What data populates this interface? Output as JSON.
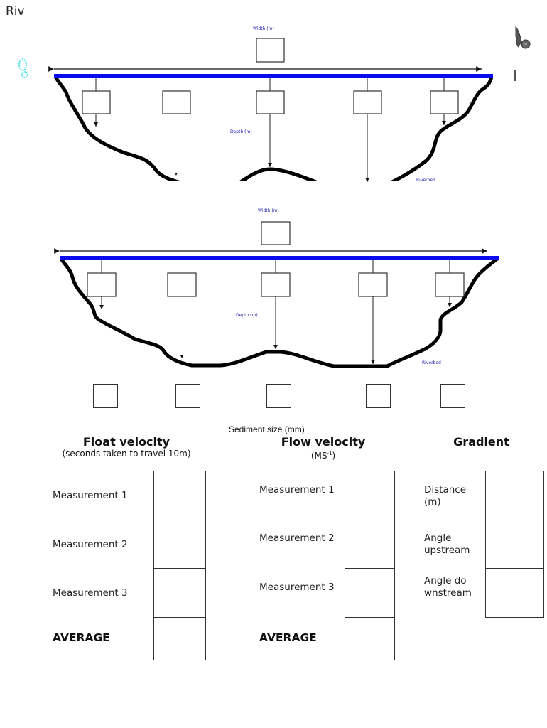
{
  "page": {
    "title_fragment": "Riv"
  },
  "icons": {
    "left": "footprint-icon",
    "right": "walking-figure-icon"
  },
  "diagrams": [
    {
      "id": "cross-section-1",
      "width_label": "Width (m)",
      "depth_label": "Depth (m)",
      "riverbed_label": "Riverbed"
    },
    {
      "id": "cross-section-2",
      "width_label": "Width (m)",
      "depth_label": "Depth (m)",
      "riverbed_label": "Riverbed"
    }
  ],
  "sediment": {
    "label": "Sediment size (mm)",
    "box_count": 5
  },
  "float_velocity": {
    "heading": "Float velocity",
    "subheading": "(seconds taken to travel 10m)",
    "rows": [
      "Measurement 1",
      "Measurement 2",
      "Measurement 3",
      "AVERAGE"
    ]
  },
  "flow_velocity": {
    "heading": "Flow velocity",
    "subheading_base": "(MS",
    "subheading_sup": "-1",
    "subheading_end": ")",
    "rows": [
      "Measurement 1",
      "Measurement 2",
      "Measurement 3",
      "AVERAGE"
    ]
  },
  "gradient": {
    "heading": "Gradient",
    "rows": [
      "Distance (m)",
      "Angle upstream",
      "Angle downstream"
    ]
  }
}
